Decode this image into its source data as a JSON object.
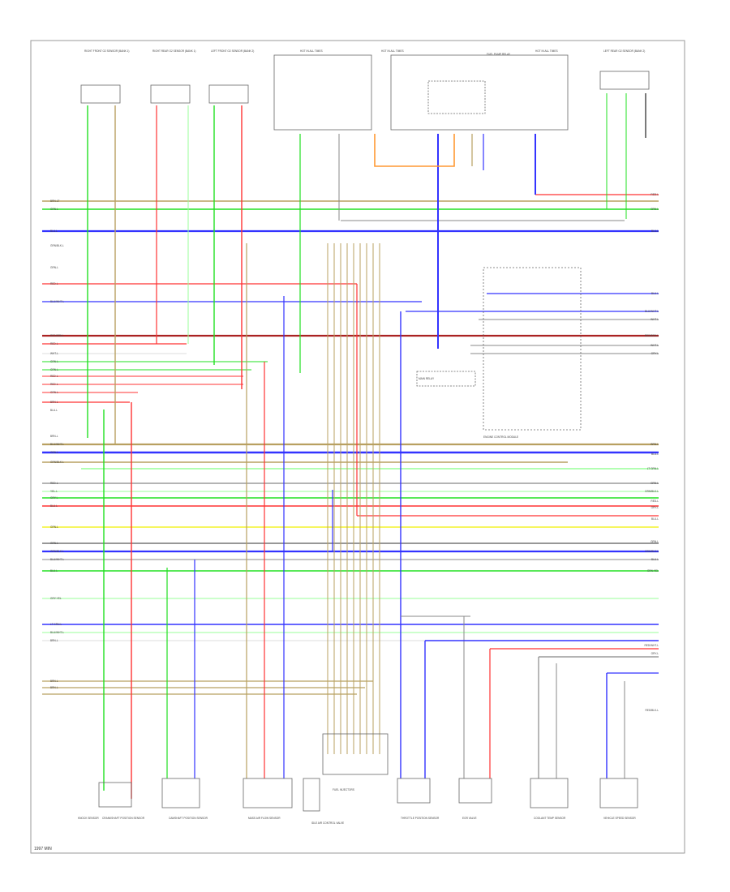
{
  "footer_code": "1997 MIN",
  "colors": {
    "green": "#22e022",
    "yellow": "#f0f000",
    "blue": "#3333ff",
    "red": "#ff3333",
    "tan": "#b8a060",
    "gray": "#888888",
    "orange": "#ff9933",
    "black": "#222222",
    "white_wire": "#dddddd",
    "light_green": "#99ff99",
    "dark_red": "#aa2222"
  },
  "left_labels": [
    {
      "text": "BRN-LT",
      "color": "tan"
    },
    {
      "text": "GRN-L",
      "color": "green"
    },
    {
      "text": "BLU-L",
      "color": "blue"
    },
    {
      "text": "GRN/BLK-L",
      "color": "green"
    },
    {
      "text": "GRN-L",
      "color": "green"
    },
    {
      "text": "RED-L",
      "color": "red"
    },
    {
      "text": "BLU/WHT-L",
      "color": "blue"
    },
    {
      "text": "RED/BRN-L",
      "color": "dark_red"
    },
    {
      "text": "RED-L",
      "color": "red"
    },
    {
      "text": "WHT-L",
      "color": "white_wire"
    },
    {
      "text": "GRN-L",
      "color": "green"
    },
    {
      "text": "GRN-L",
      "color": "green"
    },
    {
      "text": "RED-L",
      "color": "red"
    },
    {
      "text": "RED-L",
      "color": "red"
    },
    {
      "text": "GRN-L",
      "color": "green"
    },
    {
      "text": "BRN-L",
      "color": "tan"
    },
    {
      "text": "BLU-L",
      "color": "blue"
    },
    {
      "text": "BRN-L",
      "color": "tan"
    },
    {
      "text": "BLU/WHT-L",
      "color": "blue"
    },
    {
      "text": "GRN-L",
      "color": "green"
    },
    {
      "text": "GRN/BLK-L",
      "color": "green"
    },
    {
      "text": "RED-L",
      "color": "red"
    },
    {
      "text": "YEL-L",
      "color": "yellow"
    },
    {
      "text": "GRY-L",
      "color": "gray"
    },
    {
      "text": "BLU-L",
      "color": "blue"
    },
    {
      "text": "GRN-L",
      "color": "green"
    },
    {
      "text": "GRN-L",
      "color": "green"
    },
    {
      "text": "GRN/BLK-L",
      "color": "green"
    },
    {
      "text": "BLU/WHT-L",
      "color": "blue"
    },
    {
      "text": "BLU-L",
      "color": "blue"
    },
    {
      "text": "GRY-YEL",
      "color": "gray"
    },
    {
      "text": "LT GRN-L",
      "color": "light_green"
    },
    {
      "text": "BLU/WHT-L",
      "color": "blue"
    },
    {
      "text": "BRN-L",
      "color": "tan"
    },
    {
      "text": "BRN-L",
      "color": "tan"
    },
    {
      "text": "BRN-L",
      "color": "tan"
    }
  ],
  "right_labels": [
    {
      "text": "RED-L",
      "color": "red"
    },
    {
      "text": "GRN-L",
      "color": "green"
    },
    {
      "text": "BLU-L",
      "color": "blue"
    },
    {
      "text": "BLU-L",
      "color": "blue"
    },
    {
      "text": "BLU/WHT-L",
      "color": "blue"
    },
    {
      "text": "WHT-L",
      "color": "white_wire"
    },
    {
      "text": "RED/BRN-L",
      "color": "dark_red"
    },
    {
      "text": "WHT-L",
      "color": "white_wire"
    },
    {
      "text": "GRY-L",
      "color": "gray"
    },
    {
      "text": "BRN-L",
      "color": "tan"
    },
    {
      "text": "BLU-L",
      "color": "blue"
    },
    {
      "text": "LT GRN-L",
      "color": "light_green"
    },
    {
      "text": "GRN-L",
      "color": "green"
    },
    {
      "text": "GRN/BLK-L",
      "color": "green"
    },
    {
      "text": "RED-L",
      "color": "red"
    },
    {
      "text": "GRY-L",
      "color": "gray"
    },
    {
      "text": "BLU-L",
      "color": "blue"
    },
    {
      "text": "GRN-L",
      "color": "green"
    },
    {
      "text": "GRN/BLK-L",
      "color": "green"
    },
    {
      "text": "BLU-L",
      "color": "blue"
    },
    {
      "text": "GRN-YEL",
      "color": "green"
    },
    {
      "text": "RED/WHT-L",
      "color": "red"
    },
    {
      "text": "GRY-L",
      "color": "gray"
    },
    {
      "text": "RED/BLK-L",
      "color": "red"
    }
  ],
  "top_components": [
    "RIGHT FRONT O2 SENSOR (BANK 1)",
    "RIGHT REAR O2 SENSOR (BANK 1)",
    "LEFT FRONT O2 SENSOR (BANK 2)",
    "HOT IN ALL TIMES",
    "HOT IN ALL TIMES",
    "HOT IN ALL TIMES",
    "LEFT REAR O2 SENSOR (BANK 2)"
  ],
  "bottom_components": [
    "KNOCK SENSOR",
    "CRANKSHAFT POSITION SENSOR",
    "CAMSHAFT POSITION SENSOR",
    "MASS AIR FLOW SENSOR",
    "IDLE AIR CONTROL VALVE",
    "FUEL INJECTORS",
    "THROTTLE POSITION SENSOR",
    "EGR VALVE",
    "COOLANT TEMP SENSOR",
    "VEHICLE SPEED SENSOR"
  ],
  "mid_components": [
    "MAIN RELAY",
    "FUEL PUMP RELAY",
    "ENGINE CONTROL MODULE"
  ]
}
